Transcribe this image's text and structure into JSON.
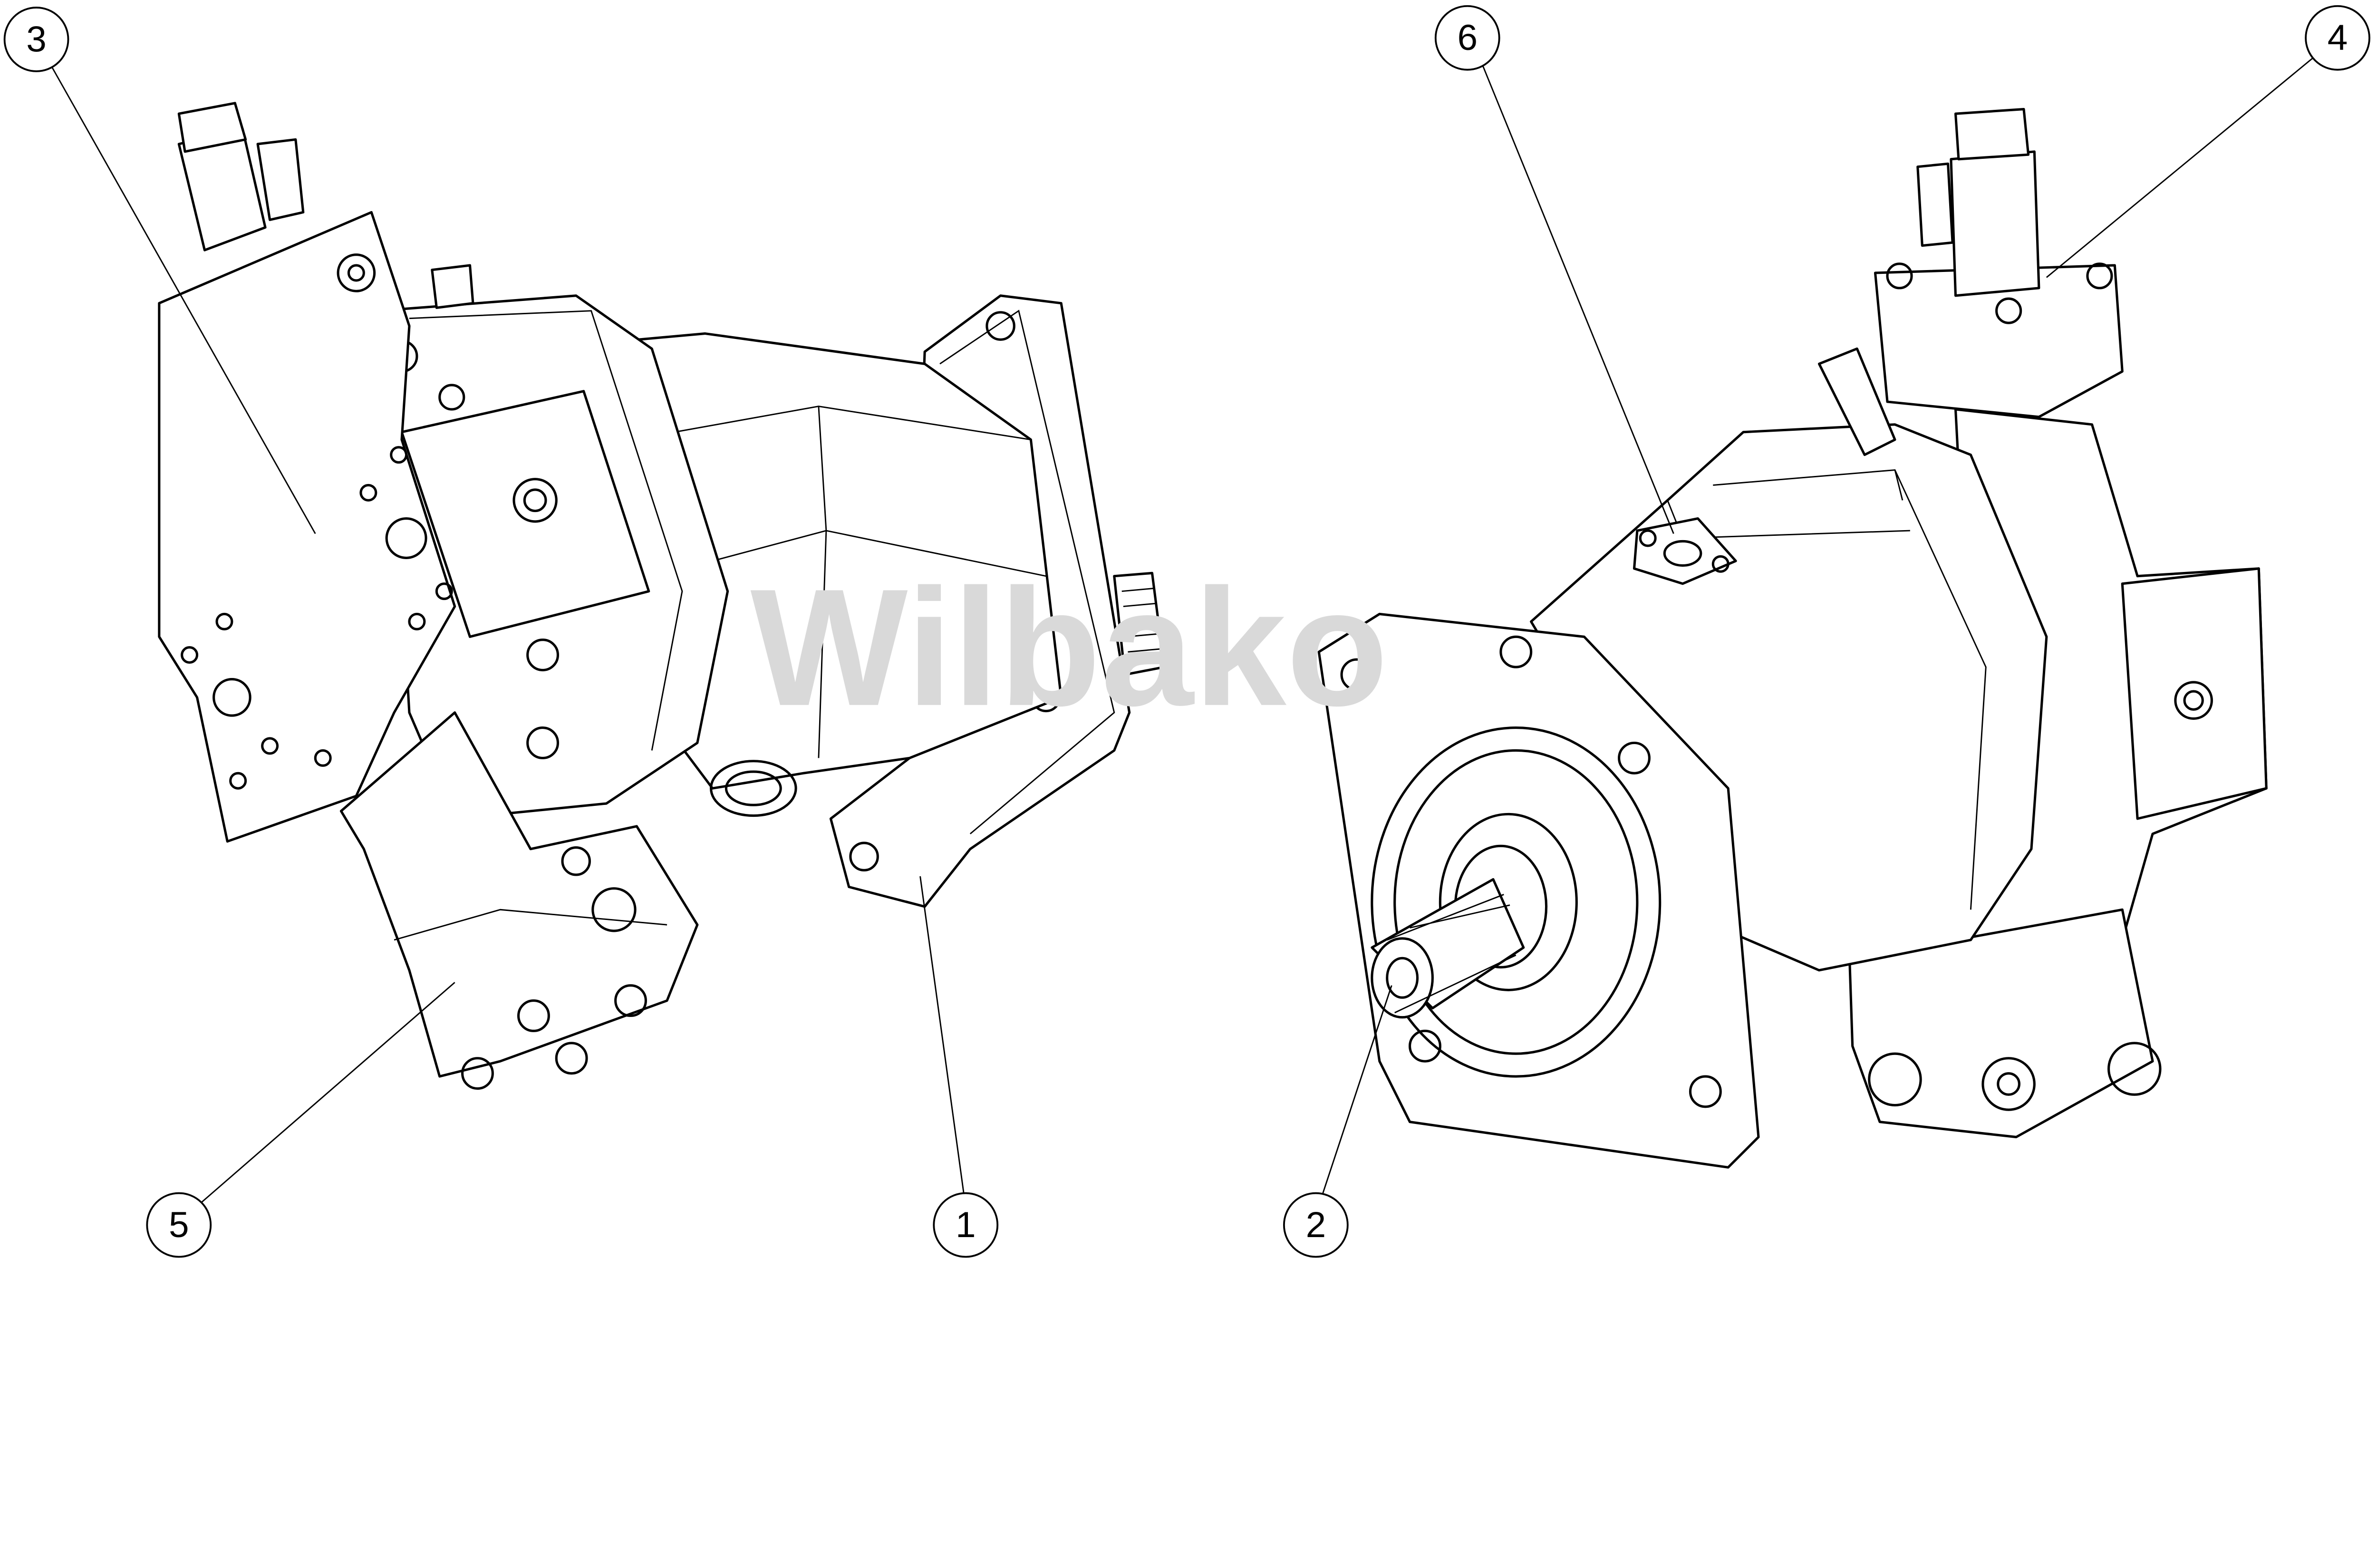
{
  "watermark": "Wilbako",
  "callouts": [
    {
      "label": "1"
    },
    {
      "label": "2"
    },
    {
      "label": "3"
    },
    {
      "label": "4"
    },
    {
      "label": "5"
    },
    {
      "label": "6"
    }
  ]
}
